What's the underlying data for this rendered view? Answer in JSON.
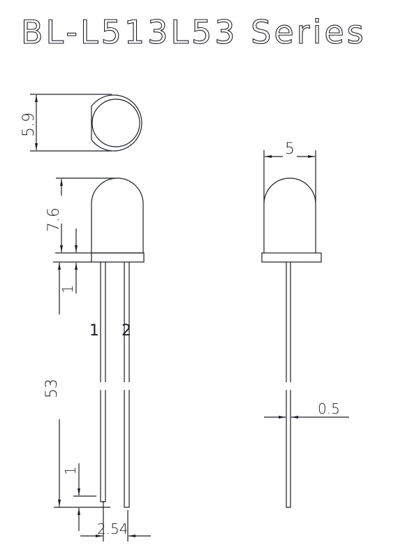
{
  "title": "BL-L513L53 Series",
  "dimensions": {
    "top_view_diameter": "5.9",
    "dome_height": "7.6",
    "flange_thickness": "1",
    "lead_length": "53",
    "lead_end_offset": "1",
    "lead_spacing": "2.54",
    "body_diameter": "5",
    "lead_width": "0.5"
  },
  "pins": {
    "pin1": "1",
    "pin2": "2"
  }
}
